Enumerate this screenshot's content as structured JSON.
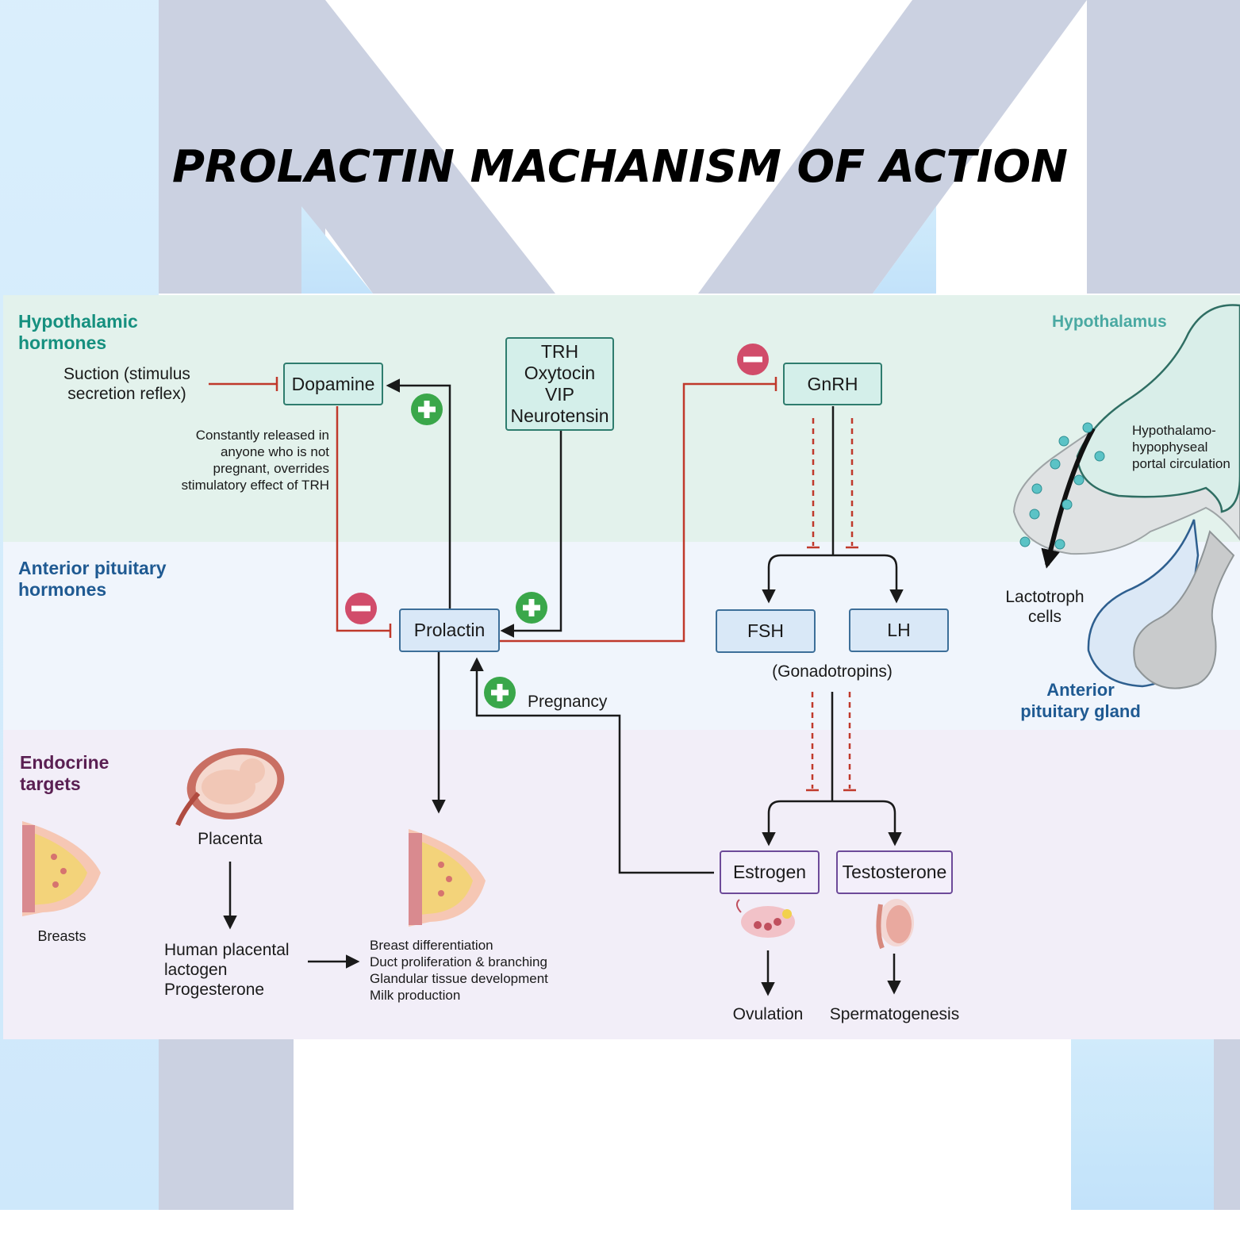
{
  "title": "PROLACTIN MACHANISM OF ACTION",
  "bands": {
    "hypothalamic": "Hypothalamic\nhormones",
    "pituitary": "Anterior pituitary\nhormones",
    "endocrine": "Endocrine\ntargets"
  },
  "colors": {
    "hypothalamic_band": "#e3f2ec",
    "pituitary_band": "#f0f5fc",
    "endocrine_band": "#f2eef8",
    "hypothalamic_label": "#16907f",
    "pituitary_label": "#1f5a92",
    "endocrine_label": "#5a1f52",
    "inhibition": "#c0392b",
    "stimulation": "#3aa74a",
    "inhibit_badge": "#d14c6a"
  },
  "nodes": {
    "dopamine": "Dopamine",
    "trh_group": "TRH\nOxytocin\nVIP\nNeurotensin",
    "gnrh": "GnRH",
    "prolactin": "Prolactin",
    "fsh": "FSH",
    "lh": "LH",
    "estrogen": "Estrogen",
    "testosterone": "Testosterone"
  },
  "labels": {
    "suction": "Suction (stimulus\nsecretion reflex)",
    "dopamine_note": "Constantly released in\nanyone who is not\npregnant, overrides\nstimulatory effect of TRH",
    "pregnancy": "Pregnancy",
    "gonadotropins": "(Gonadotropins)",
    "hypothalamus": "Hypothalamus",
    "portal": "Hypothalamo-\nhypophyseal\nportal circulation",
    "lactotroph": "Lactotroph\ncells",
    "anterior_gland": "Anterior\npituitary gland",
    "breasts": "Breasts",
    "placenta": "Placenta",
    "hpl": "Human placental\nlactogen\nProgesterone",
    "breast_effects": "Breast differentiation\nDuct proliferation & branching\nGlandular tissue development\nMilk production",
    "ovulation": "Ovulation",
    "spermatogenesis": "Spermatogenesis"
  },
  "icons": {
    "stimulation": "plus-circle-icon",
    "inhibition": "minus-circle-icon",
    "fetus": "fetus-placenta-icon",
    "breast": "breast-cross-section-icon",
    "ovary": "ovary-icon",
    "testis": "testis-icon",
    "pituitary": "pituitary-gland-icon"
  }
}
